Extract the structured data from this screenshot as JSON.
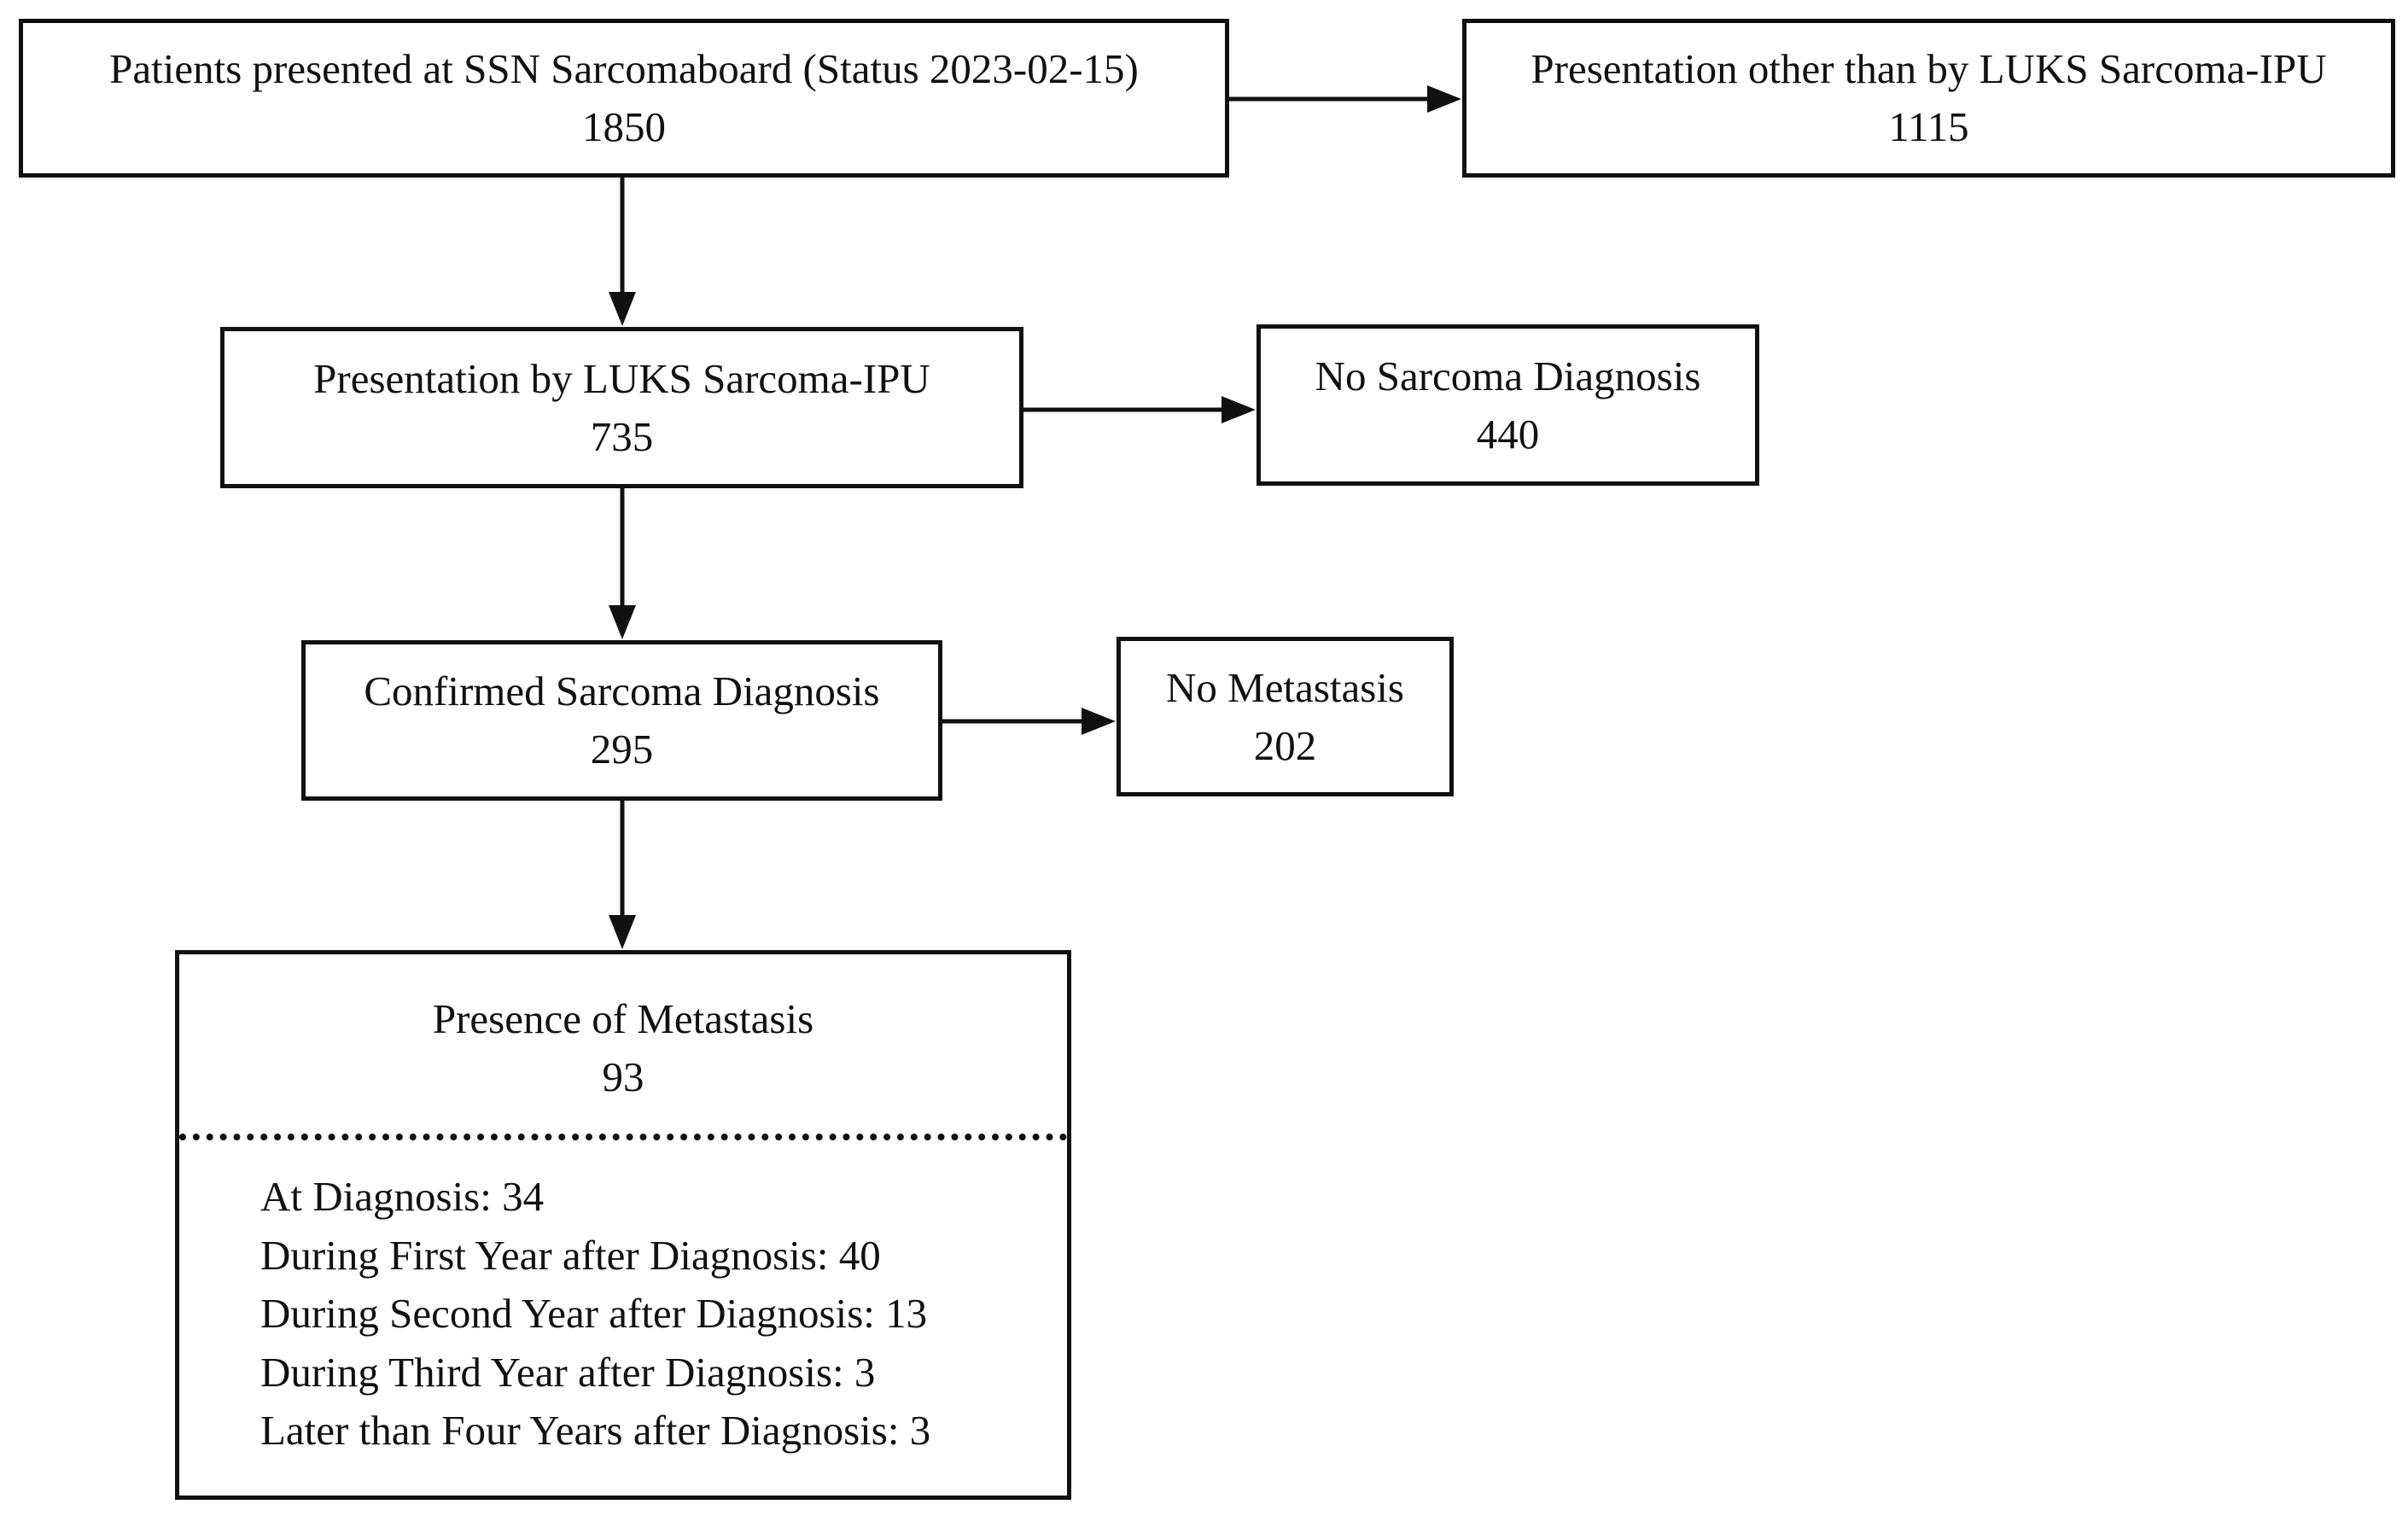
{
  "boxes": {
    "all_patients": {
      "label": "Patients presented at SSN Sarcomaboard (Status 2023-02-15)",
      "count": "1850"
    },
    "other_presentation": {
      "label": "Presentation other than by LUKS Sarcoma-IPU",
      "count": "1115"
    },
    "luks_presentation": {
      "label": "Presentation by LUKS Sarcoma-IPU",
      "count": "735"
    },
    "no_sarcoma": {
      "label": "No Sarcoma Diagnosis",
      "count": "440"
    },
    "confirmed_sarcoma": {
      "label": "Confirmed Sarcoma Diagnosis",
      "count": "295"
    },
    "no_metastasis": {
      "label": "No Metastasis",
      "count": "202"
    },
    "metastasis": {
      "label": "Presence of Metastasis",
      "count": "93",
      "breakdown": [
        "At Diagnosis: 34",
        "During First Year after Diagnosis: 40",
        "During Second Year after Diagnosis: 13",
        "During Third Year after Diagnosis: 3",
        "Later than Four Years after Diagnosis: 3"
      ]
    }
  },
  "colors": {
    "line": "#111111",
    "background": "#ffffff"
  }
}
